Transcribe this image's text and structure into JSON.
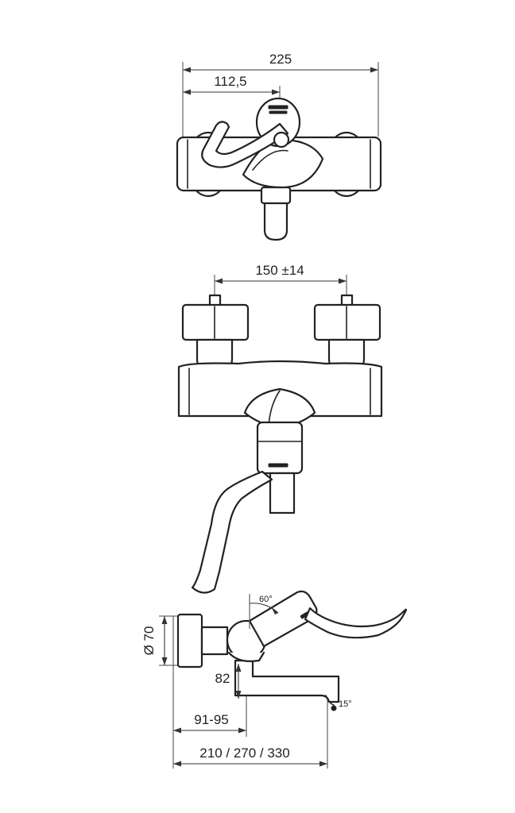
{
  "dimensions": {
    "overall_width": "225",
    "half_width": "112,5",
    "inlet_centers": "150 ±14",
    "handle_angle": "60°",
    "body_diameter": "Ø 70",
    "spout_height": "82",
    "wall_offset": "91-95",
    "spout_lengths": "210 / 270 / 330",
    "aerator_angle": "15°"
  }
}
